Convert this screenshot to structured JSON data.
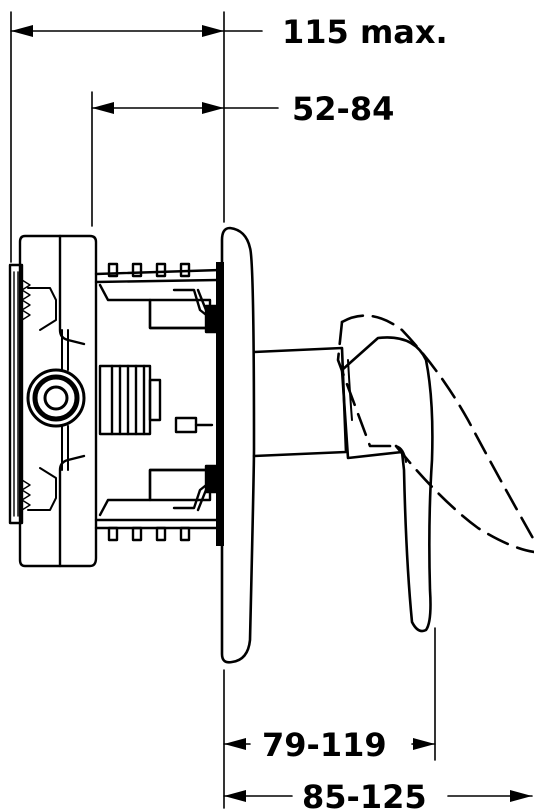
{
  "dimensions": {
    "overall_max": "115 max.",
    "wall_depth_range": "52-84",
    "lever_range": "79-119",
    "total_projection_range": "85-125"
  },
  "colors": {
    "line": "#000000",
    "background": "#ffffff"
  }
}
